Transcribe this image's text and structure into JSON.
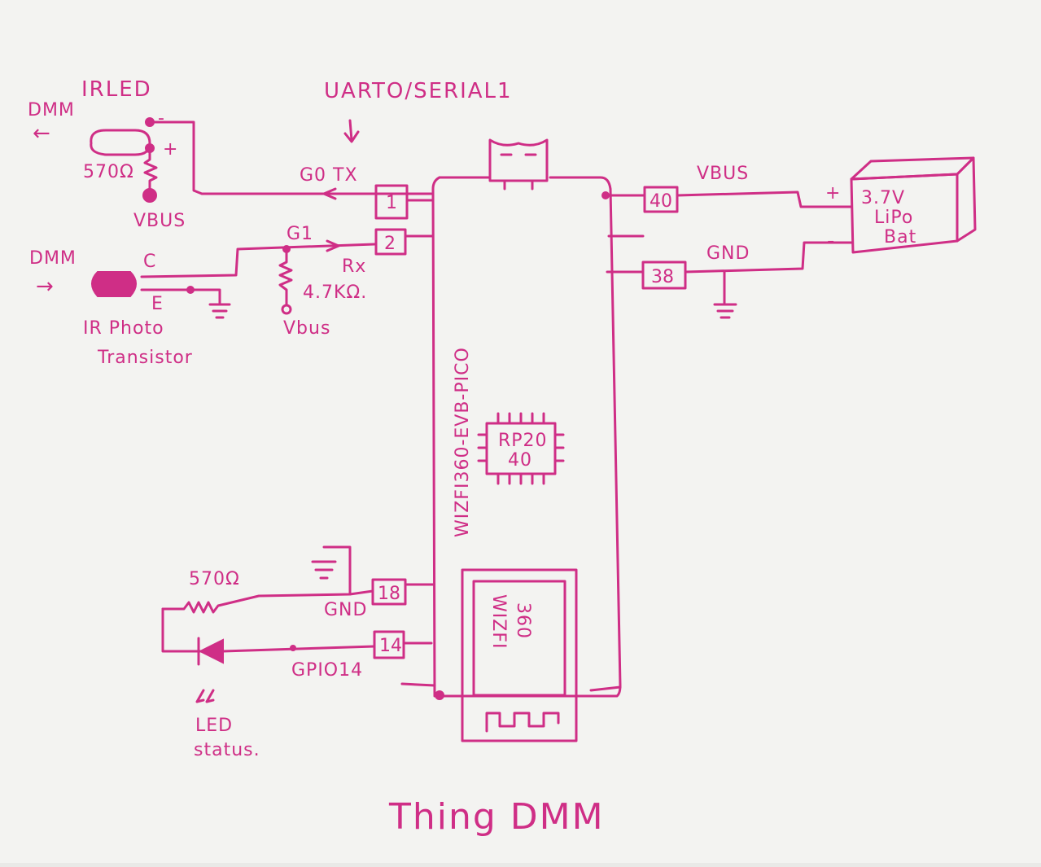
{
  "diagram": {
    "title": "Thing DMM",
    "uart_label": "UARTO/SERIAL1",
    "board_label": "WIZFI360-EVB-PICO",
    "chip_label_line1": "RP20",
    "chip_label_line2": "40",
    "module_label_line1": "WIZFI",
    "module_label_line2": "360",
    "ir_led": {
      "title": "IRLED",
      "dmm_label": "DMM",
      "arrow": "←",
      "minus": "-",
      "plus": "+",
      "resistor": "570Ω",
      "vbus": "VBUS"
    },
    "ir_photo": {
      "dmm_label": "DMM",
      "arrow": "→",
      "collector": "C",
      "emitter": "E",
      "title_line1": "IR Photo",
      "title_line2": "Transistor"
    },
    "tx": {
      "label": "G0 TX",
      "pin": "1"
    },
    "rx": {
      "gpio": "G1",
      "label": "Rx",
      "pin": "2",
      "resistor": "4.7KΩ.",
      "vbus": "Vbus"
    },
    "vbus_pin": {
      "label": "VBUS",
      "pin": "40"
    },
    "gnd_pin": {
      "label": "GND",
      "pin": "38"
    },
    "battery": {
      "line1": "3.7V",
      "line2": "LiPo",
      "line3": "Bat",
      "plus": "+",
      "minus": "-"
    },
    "status_led": {
      "resistor": "570Ω",
      "gnd_label": "GND",
      "gnd_pin": "18",
      "gpio_label": "GPIO14",
      "gpio_pin": "14",
      "title_line1": "LED",
      "title_line2": "status."
    }
  }
}
